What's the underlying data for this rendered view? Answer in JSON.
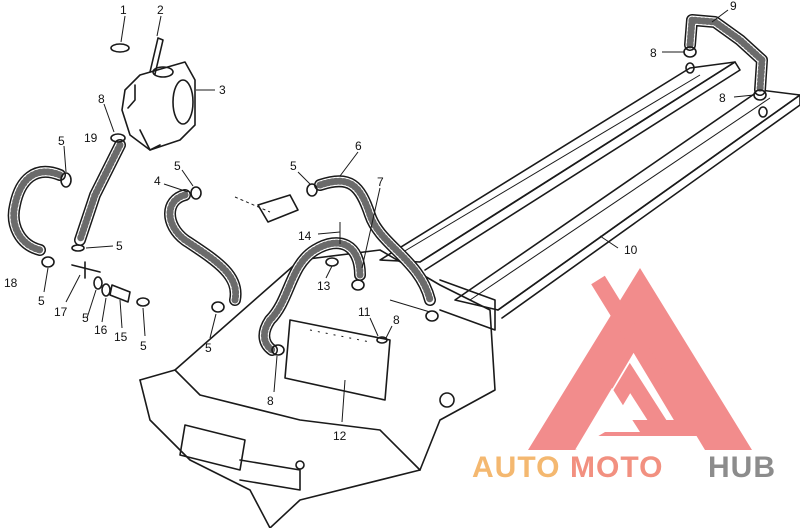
{
  "callouts": [
    "1",
    "2",
    "3",
    "8",
    "5",
    "19",
    "18",
    "5",
    "17",
    "5",
    "16",
    "15",
    "5",
    "4",
    "5",
    "5",
    "5",
    "6",
    "7",
    "14",
    "13",
    "11",
    "8",
    "8",
    "12",
    "10",
    "9",
    "8",
    "8"
  ],
  "watermark": {
    "auto": "AUTO",
    "moto": "MOTO",
    "hub": "HUB",
    "color_light": "#f4b870",
    "color_mid": "#f29080",
    "color_dark": "#8c8c8c",
    "triangle_color": "#f07878"
  },
  "icons": [
    "oil-tank-icon",
    "hose-icon",
    "clamp-icon",
    "frame-rail-icon",
    "chassis-tunnel-icon",
    "brand-logo-icon"
  ]
}
